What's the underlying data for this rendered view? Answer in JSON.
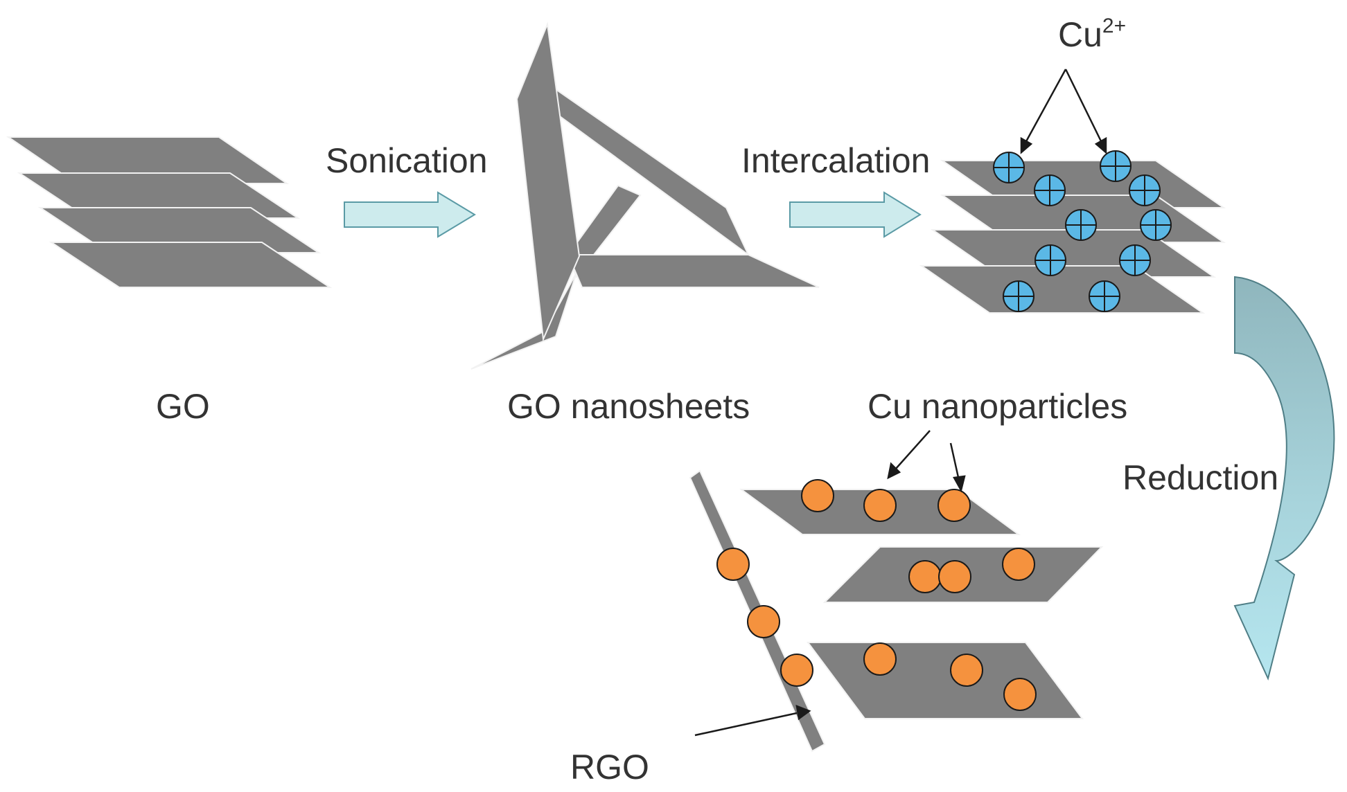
{
  "labels": {
    "go": "GO",
    "sonication": "Sonication",
    "go_nanosheets": "GO nanosheets",
    "intercalation": "Intercalation",
    "cu_ion_base": "Cu",
    "cu_ion_charge": "2+",
    "reduction": "Reduction",
    "cu_nanoparticles": "Cu nanoparticles",
    "rgo": "RGO"
  },
  "colors": {
    "sheet": "#808080",
    "sheet_edge": "#f2f2f2",
    "ion_fill": "#5bb8e6",
    "particle_fill": "#f5923e",
    "flow_arrow_fill": "#cdebed",
    "flow_arrow_stroke": "#5a9aa5",
    "reduction_top": "#8fb6bd",
    "reduction_bottom": "#b5e6ef",
    "text": "#333333"
  },
  "icons": {
    "ion": "circled-plus-icon",
    "particle": "filled-circle-icon",
    "flow": "block-arrow-icon"
  }
}
